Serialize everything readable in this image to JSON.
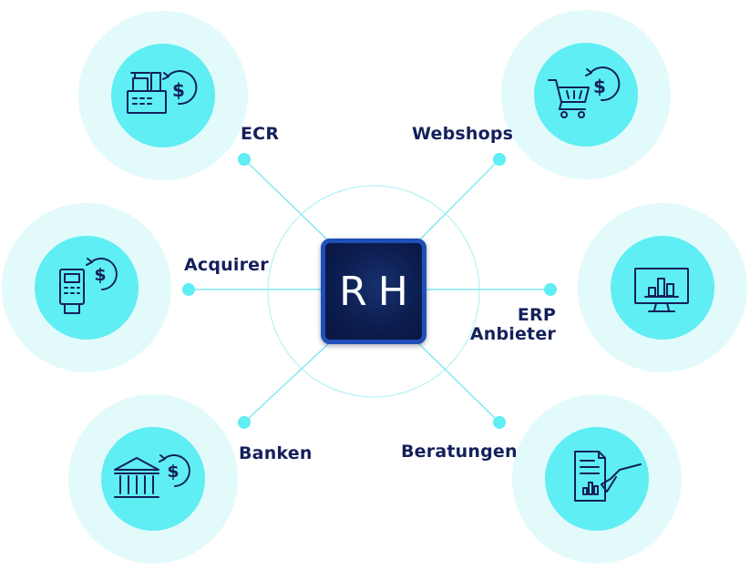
{
  "center": {
    "text": "RH"
  },
  "colors": {
    "outer_circle": "#e3fafb",
    "inner_circle": "#5eeef4",
    "line": "#7ee7ee",
    "dot": "#5eeef4",
    "icon": "#14205a",
    "text": "#14205a"
  },
  "nodes": [
    {
      "id": "ecr",
      "label": "ECR",
      "icon": "cash-register-dollar-icon"
    },
    {
      "id": "webshops",
      "label": "Webshops",
      "icon": "shopping-cart-dollar-icon"
    },
    {
      "id": "acquirer",
      "label": "Acquirer",
      "icon": "payment-terminal-dollar-icon"
    },
    {
      "id": "erp",
      "label_line1": "ERP",
      "label_line2": "Anbieter",
      "icon": "monitor-chart-icon"
    },
    {
      "id": "banken",
      "label": "Banken",
      "icon": "bank-dollar-icon"
    },
    {
      "id": "beratungen",
      "label": "Beratungen",
      "icon": "document-chart-check-icon"
    }
  ]
}
